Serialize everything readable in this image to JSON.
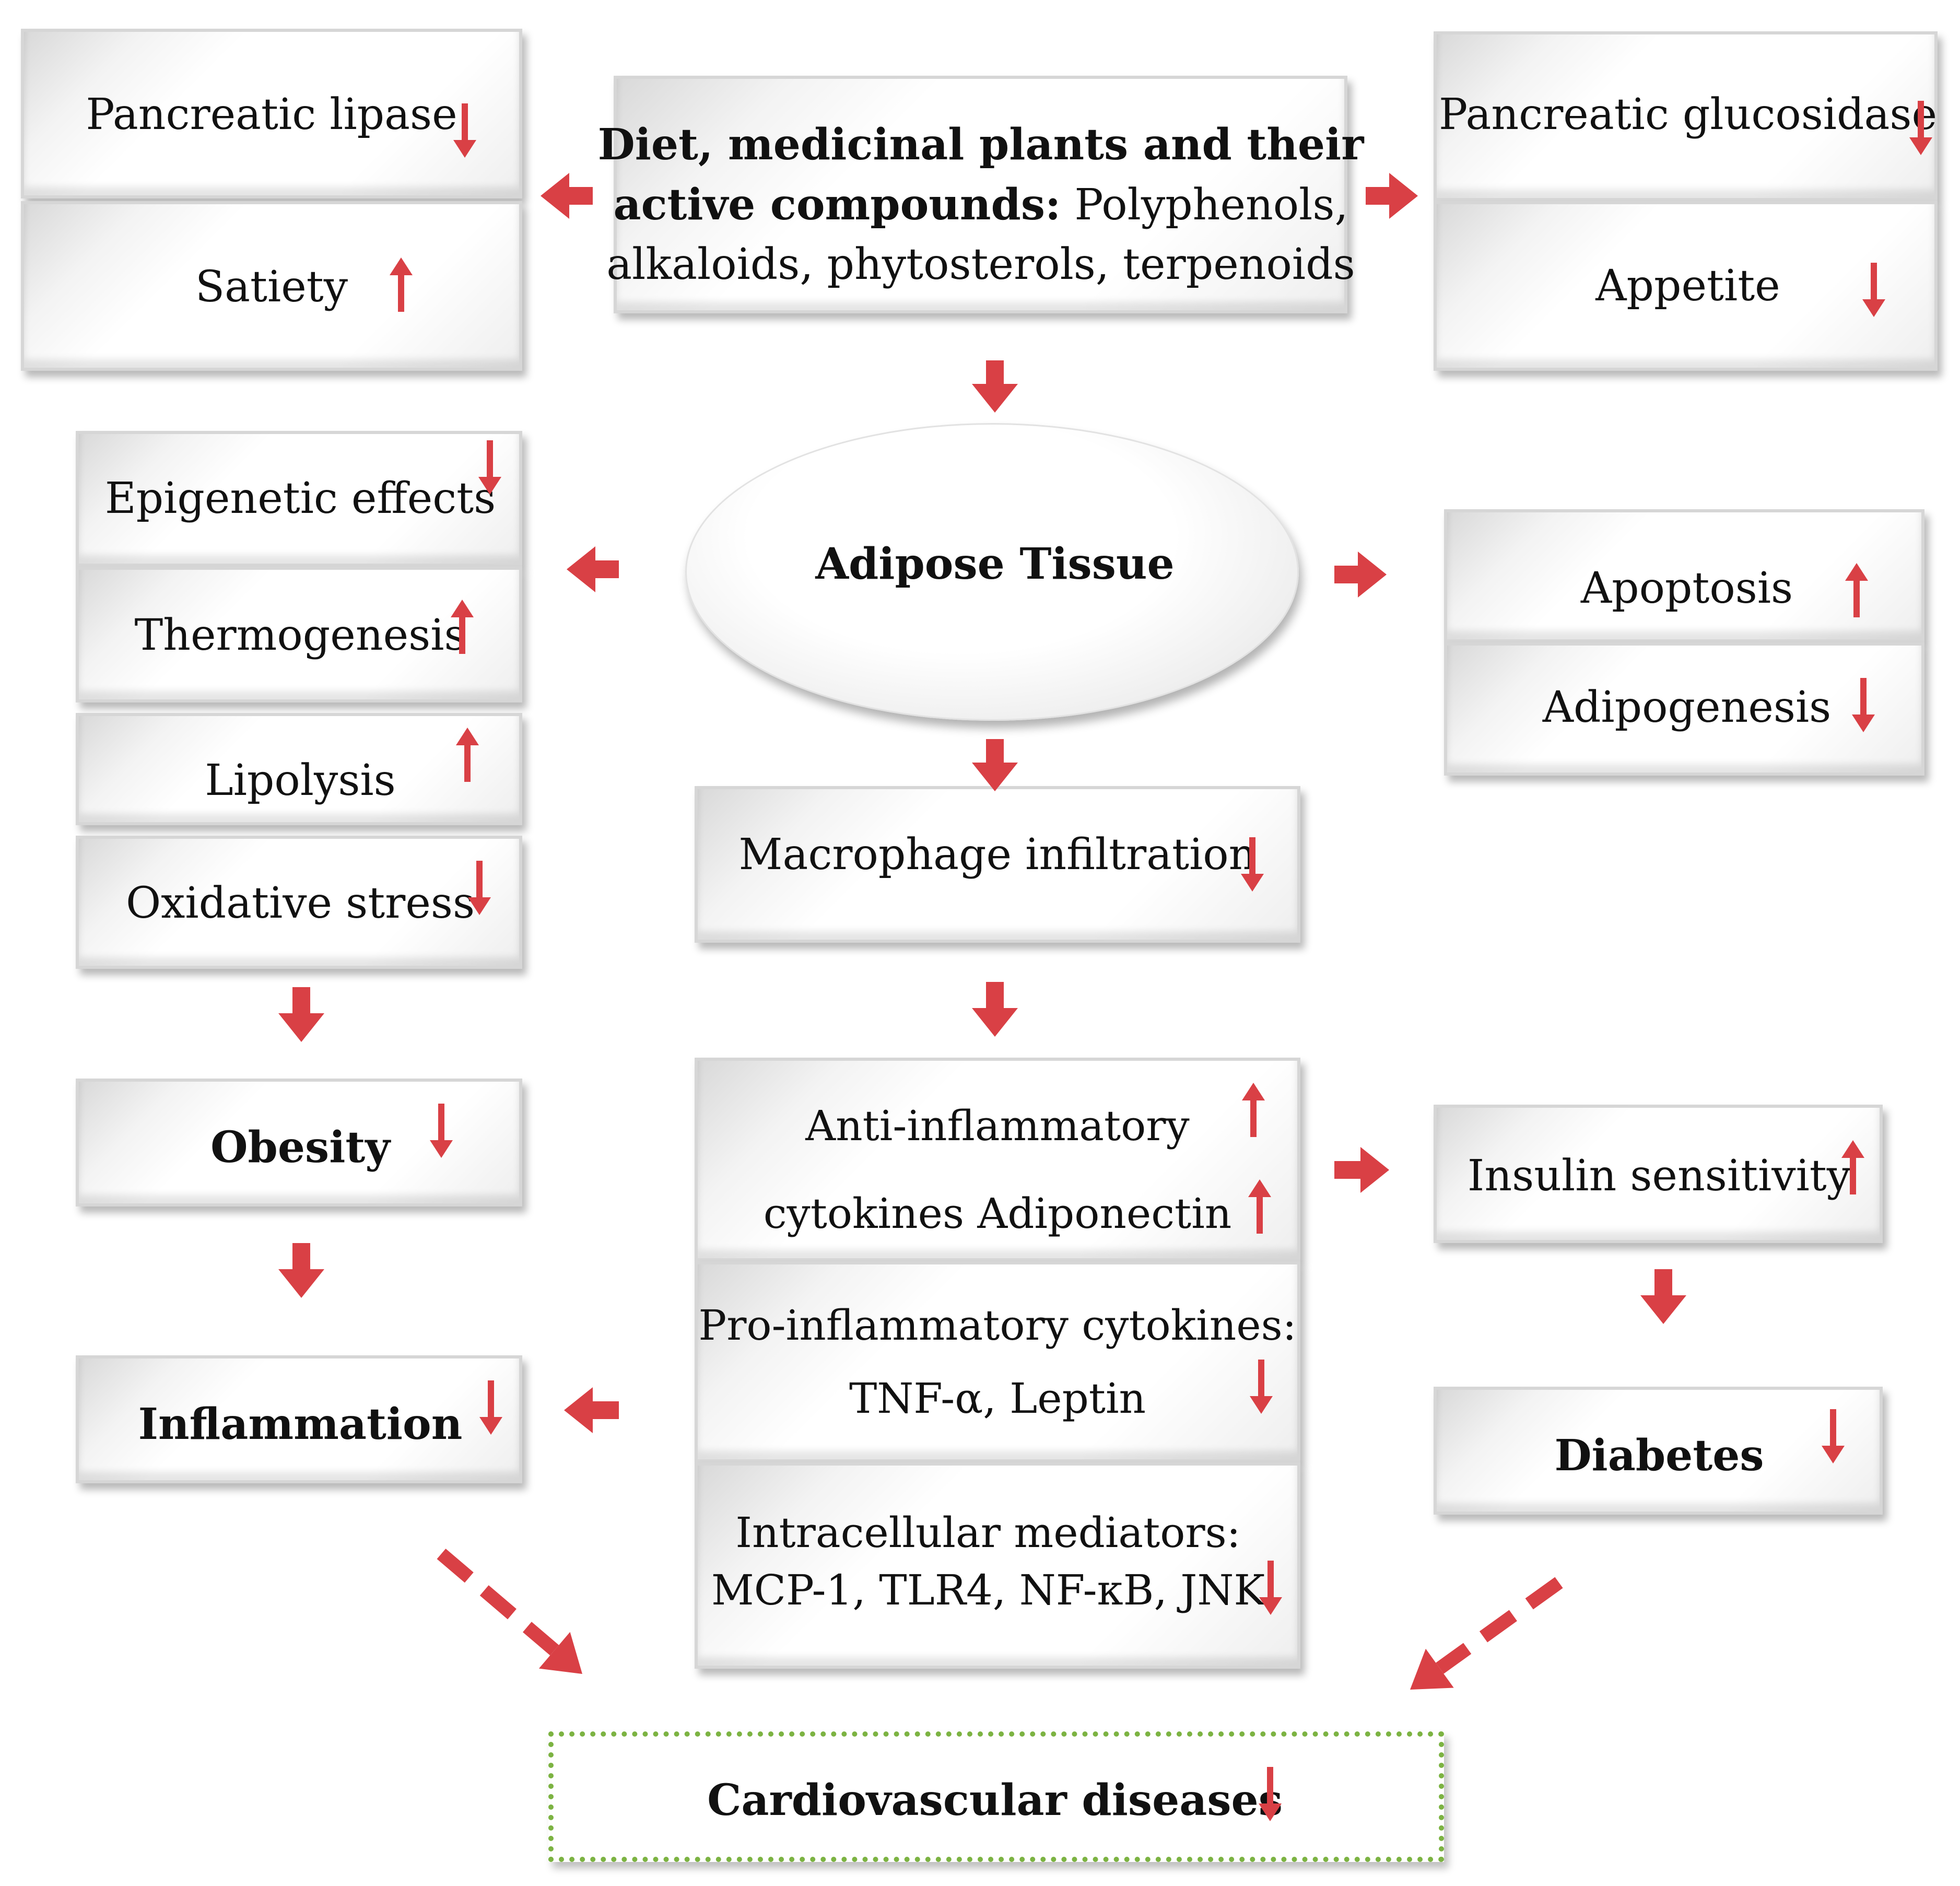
{
  "colors": {
    "arrow": "#d94045",
    "box_border": "#d6d6d6",
    "cvd_border": "#7cb342"
  },
  "center": {
    "diet": {
      "line1": "Diet, medicinal plants and their",
      "line2_bold": "active compounds:",
      "line2_rest": " Polyphenols,",
      "line3": "alkaloids, phytosterols, terpenoids"
    },
    "adipose": "Adipose Tissue",
    "macrophage": "Macrophage infiltration",
    "anti": {
      "line1": "Anti-inflammatory",
      "line2": "cytokines Adiponectin"
    },
    "pro": {
      "line1": "Pro-inflammatory cytokines:",
      "line2": "TNF-α, Leptin"
    },
    "intra": {
      "line1": "Intracellular mediators:",
      "line2": "MCP-1, TLR4, NF-κB, JNK"
    },
    "cvd": "Cardiovascular diseases"
  },
  "left": {
    "pancreatic_lipase": "Pancreatic lipase",
    "satiety": "Satiety",
    "epigenetic": "Epigenetic effects",
    "thermogenesis": "Thermogenesis",
    "lipolysis": "Lipolysis",
    "oxidative": "Oxidative stress",
    "obesity": "Obesity",
    "inflammation": "Inflammation"
  },
  "right": {
    "glucosidase": "Pancreatic glucosidase",
    "appetite": "Appetite",
    "apoptosis": "Apoptosis",
    "adipogenesis": "Adipogenesis",
    "insulin": "Insulin sensitivity",
    "diabetes": "Diabetes"
  },
  "indicators": [
    {
      "id": "pancreatic-lipase",
      "direction": "down"
    },
    {
      "id": "satiety",
      "direction": "up"
    },
    {
      "id": "pancreatic-glucosidase",
      "direction": "down"
    },
    {
      "id": "appetite",
      "direction": "down"
    },
    {
      "id": "epigenetic-effects",
      "direction": "down"
    },
    {
      "id": "thermogenesis",
      "direction": "up"
    },
    {
      "id": "lipolysis",
      "direction": "up"
    },
    {
      "id": "oxidative-stress",
      "direction": "down"
    },
    {
      "id": "apoptosis",
      "direction": "up"
    },
    {
      "id": "adipogenesis",
      "direction": "down"
    },
    {
      "id": "macrophage-infiltration",
      "direction": "down"
    },
    {
      "id": "anti-inflammatory-cytokines",
      "direction": "up"
    },
    {
      "id": "adiponectin",
      "direction": "up"
    },
    {
      "id": "pro-inflammatory-cytokines",
      "direction": "down"
    },
    {
      "id": "intracellular-mediators",
      "direction": "down"
    },
    {
      "id": "obesity",
      "direction": "down"
    },
    {
      "id": "inflammation",
      "direction": "down"
    },
    {
      "id": "insulin-sensitivity",
      "direction": "up"
    },
    {
      "id": "diabetes",
      "direction": "down"
    },
    {
      "id": "cardiovascular-diseases",
      "direction": "down"
    }
  ]
}
